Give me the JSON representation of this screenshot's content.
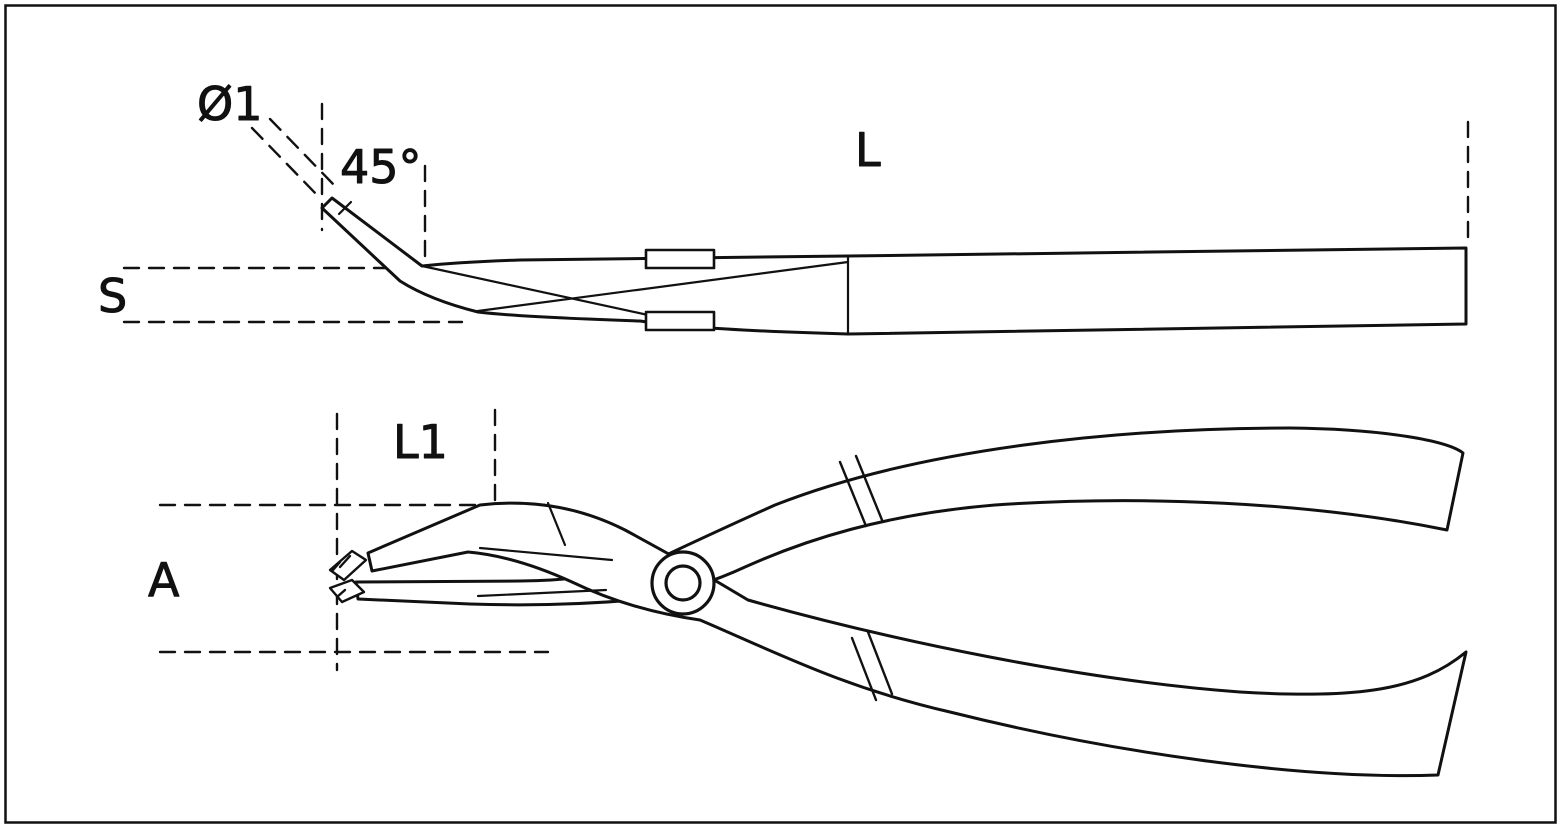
{
  "diagram": {
    "view_side": {
      "labels": {
        "tip_diameter": "Ø1",
        "tip_angle": "45°",
        "overall_length": "L",
        "thickness": "S"
      }
    },
    "view_plan": {
      "labels": {
        "tip_length": "L1",
        "jaw_span": "A"
      }
    },
    "colors": {
      "line": "#111111",
      "background": "#ffffff"
    }
  }
}
